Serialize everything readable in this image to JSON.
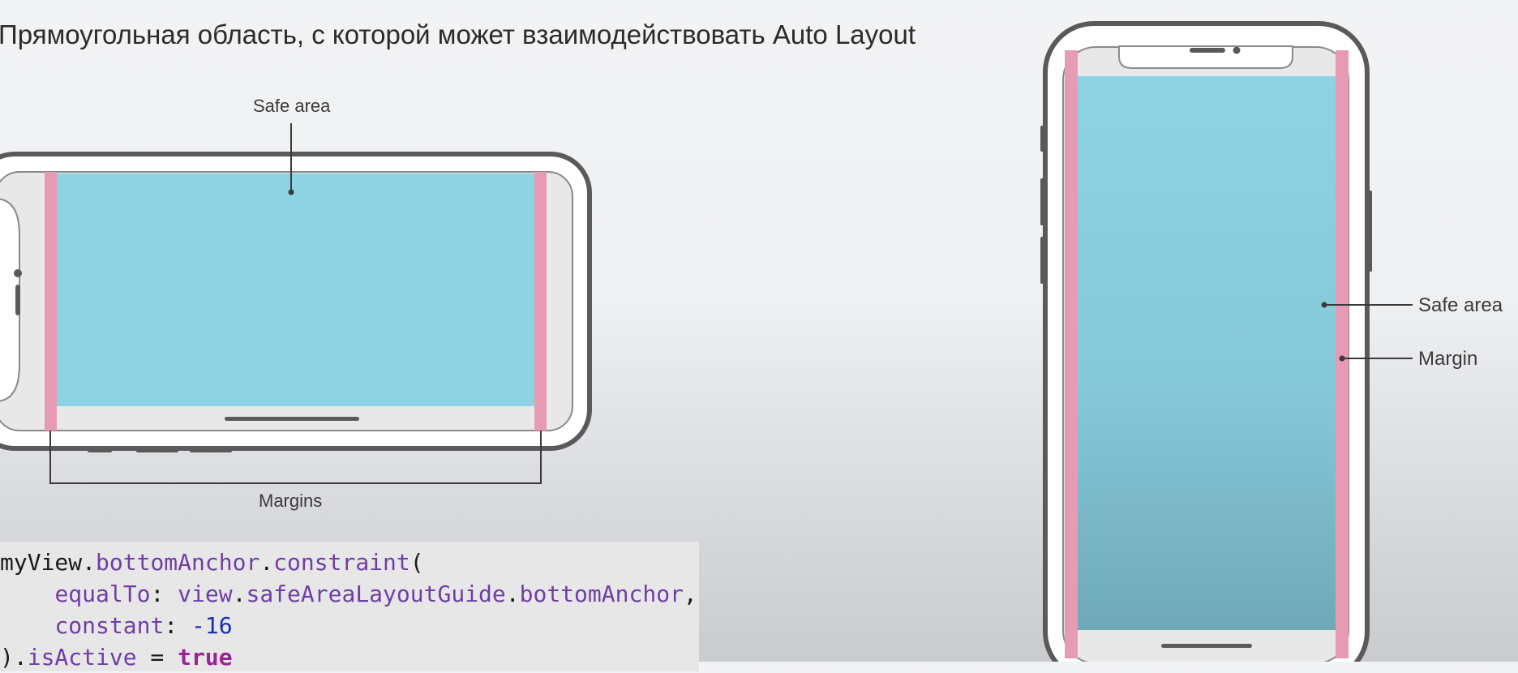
{
  "title": "Прямоугольная область, с которой может взаимодействовать Auto Layout",
  "landscape_diagram": {
    "safe_area_label": "Safe area",
    "margins_label": "Margins"
  },
  "portrait_diagram": {
    "safe_area_label": "Safe area",
    "margin_label": "Margin"
  },
  "code": {
    "line1": [
      "myView",
      ".",
      "bottomAnchor",
      ".",
      "constraint",
      "("
    ],
    "line2": [
      "    ",
      "equalTo",
      ": ",
      "view",
      ".",
      "safeAreaLayoutGuide",
      ".",
      "bottomAnchor",
      ","
    ],
    "line3": [
      "    ",
      "constant",
      ": ",
      "-16"
    ],
    "line4": [
      ")",
      ".",
      "isActive",
      " = ",
      "true"
    ]
  },
  "colors": {
    "safe_area": "#8ed3e3",
    "margin": "#e79bb2",
    "device_outline": "#5a5a5a",
    "device_bezel": "#e8e8e8"
  }
}
